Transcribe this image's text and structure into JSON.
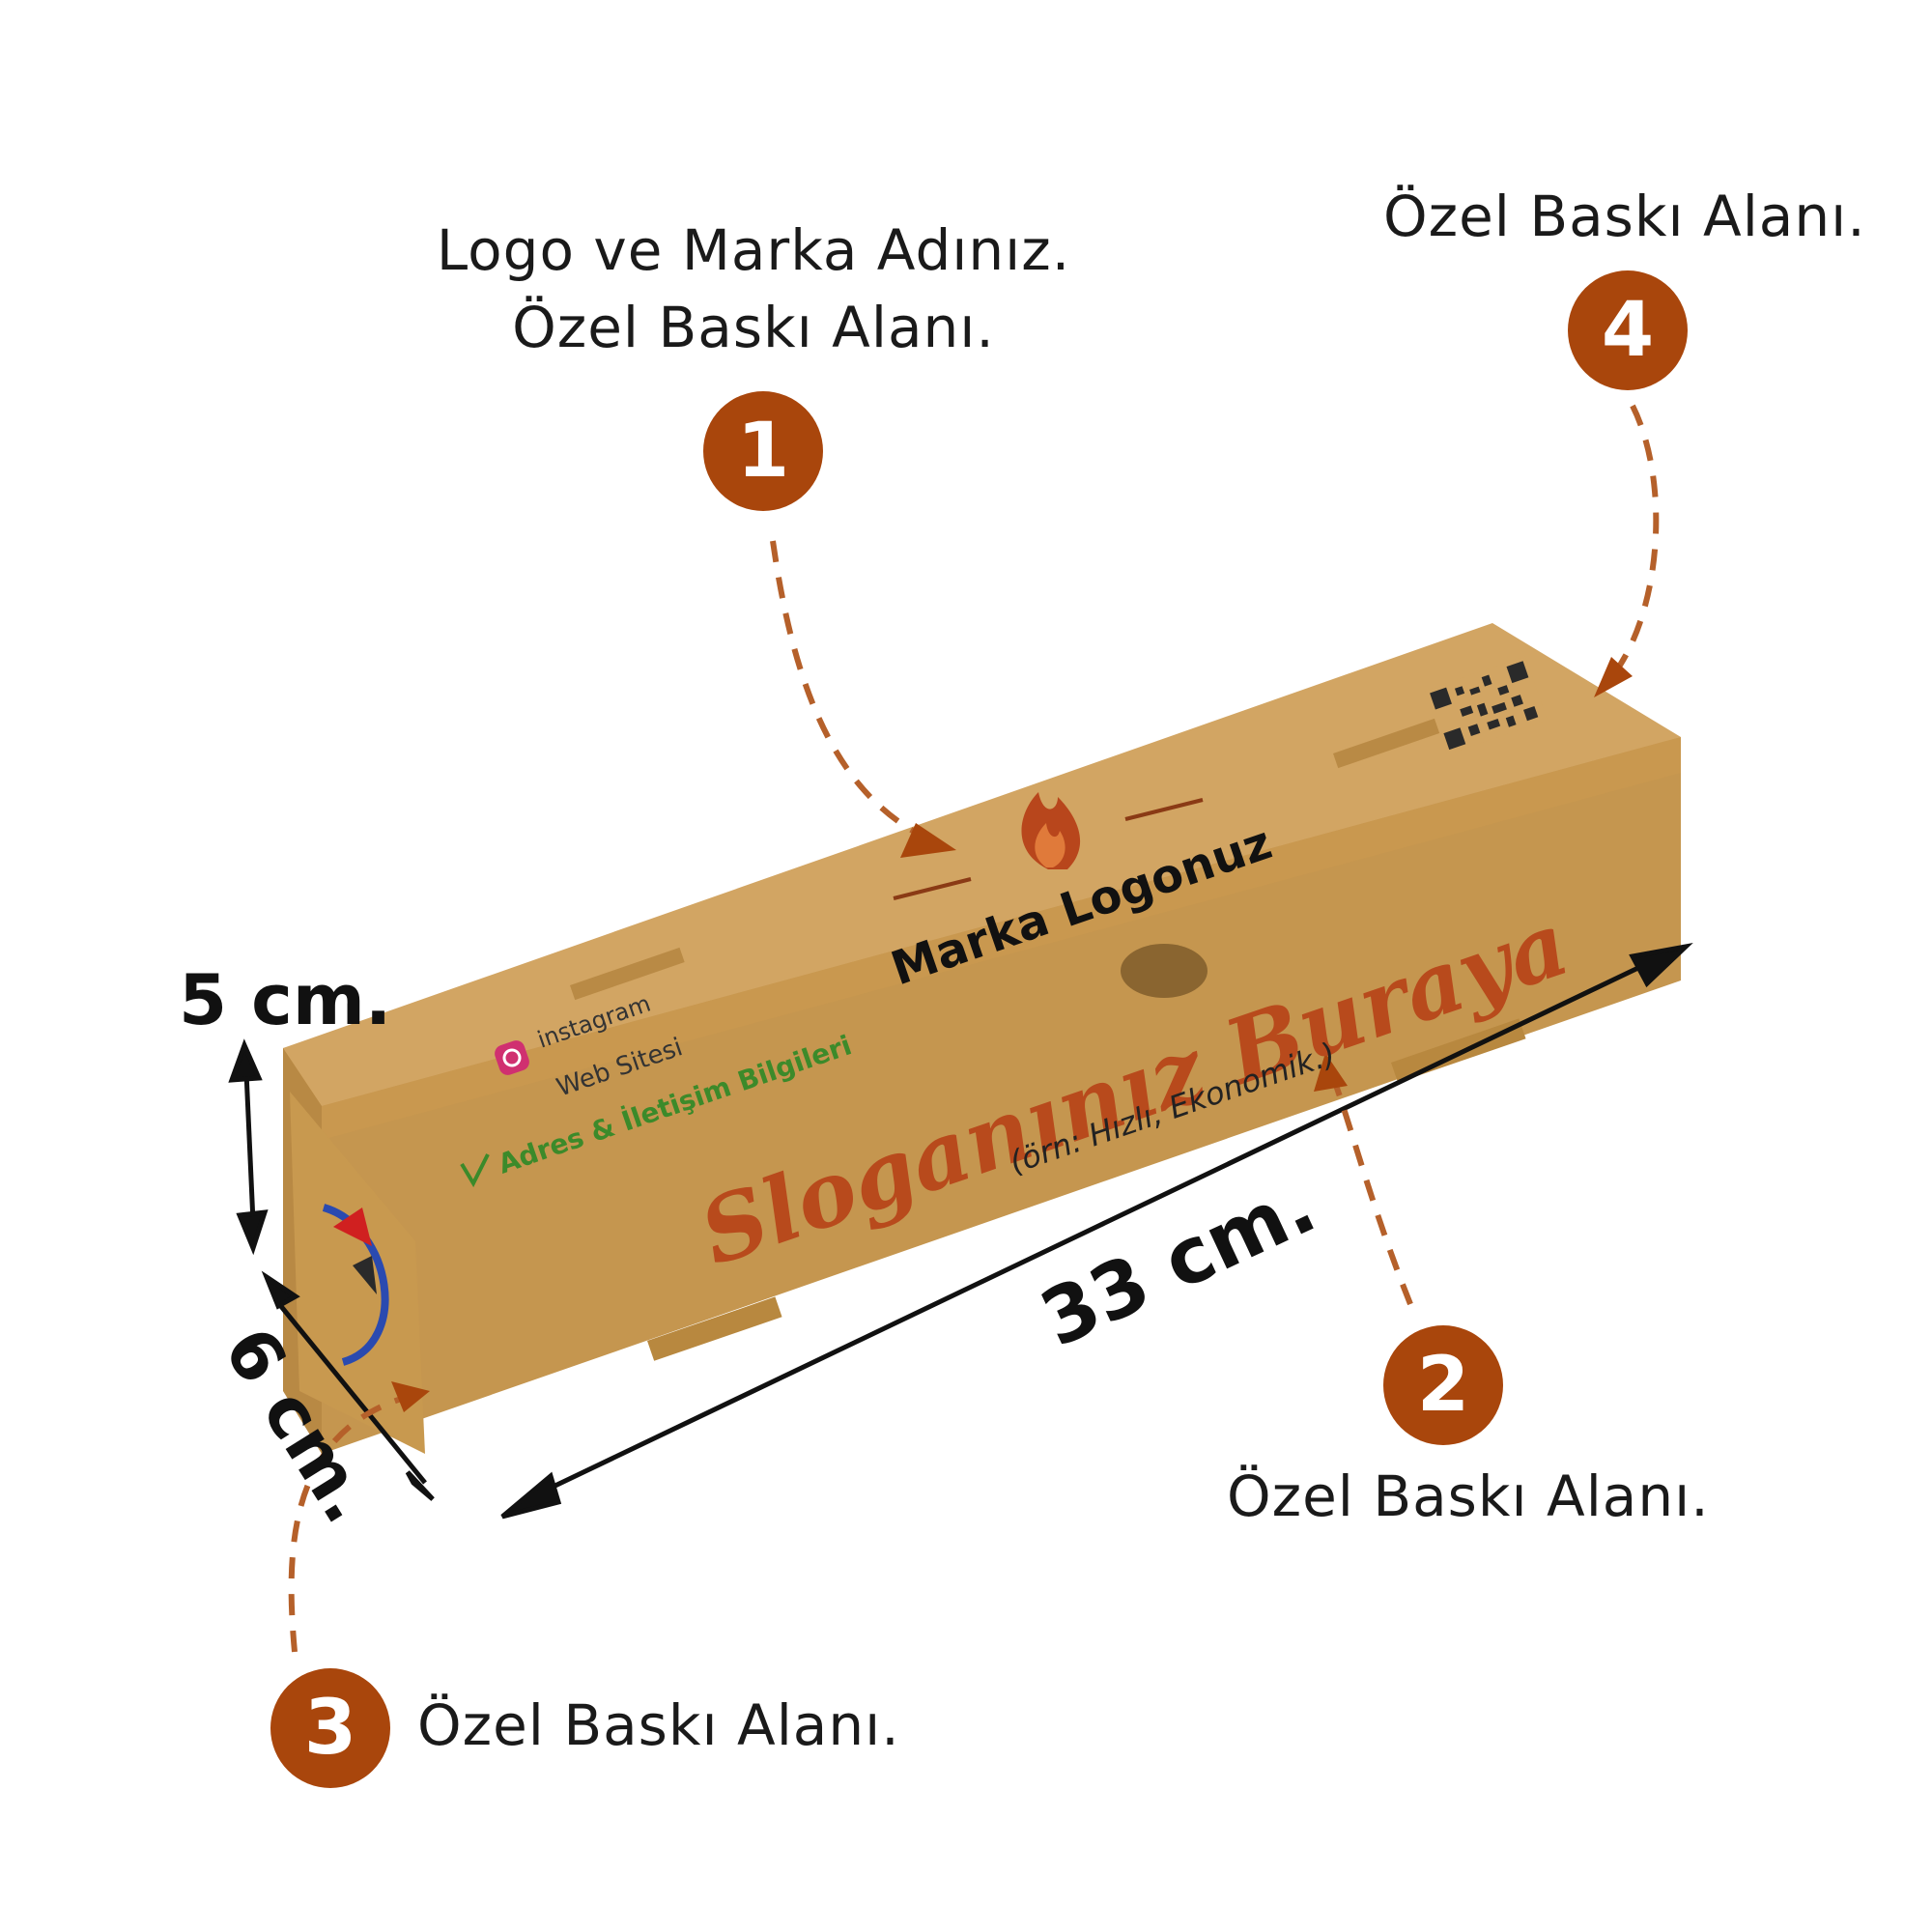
{
  "callouts": {
    "c1": {
      "number": "1",
      "line1": "Logo ve Marka Adınız.",
      "line2": "Özel Baskı Alanı."
    },
    "c2": {
      "number": "2",
      "text": "Özel Baskı Alanı."
    },
    "c3": {
      "number": "3",
      "text": "Özel Baskı Alanı."
    },
    "c4": {
      "number": "4",
      "text": "Özel Baskı Alanı."
    }
  },
  "dimensions": {
    "height": "5 cm.",
    "width": "6 cm.",
    "length": "33 cm."
  },
  "box_print": {
    "brand": "Marka Logonuz",
    "slogan": "Sloganınız Buraya",
    "slogan_sub": "(örn: Hızlı, Ekonomik.)",
    "instagram": "instagram",
    "website": "Web Sitesi",
    "address": "Adres & İletişim Bilgileri"
  },
  "icons": [
    "flame-logo-icon",
    "instagram-icon",
    "qr-code-icon",
    "leaf-icon",
    "side-logo-icon"
  ],
  "colors": {
    "badge": "#a9460c",
    "cardboard": "#c99a55",
    "slogan": "#b84a1c",
    "address": "#3c8a2a",
    "arrow": "#b5602a"
  }
}
